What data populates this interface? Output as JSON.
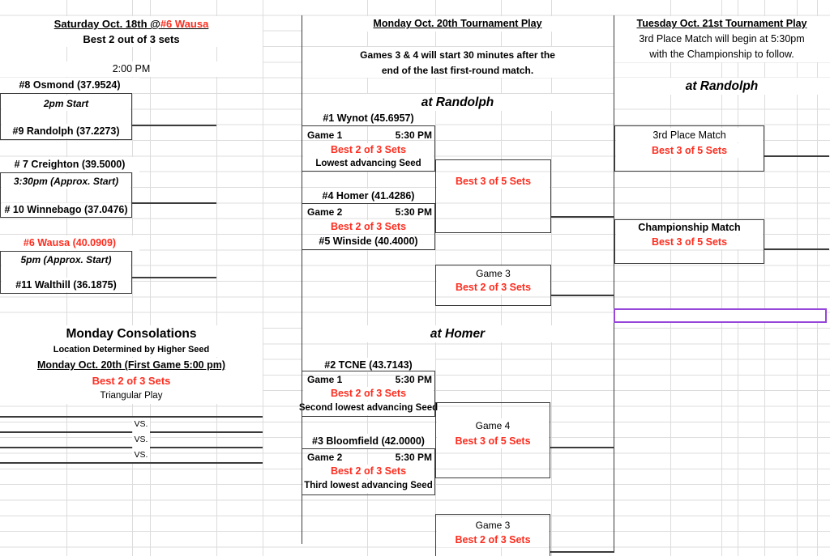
{
  "colors": {
    "red": "#fe2d1f",
    "selection_purple": "#9646d9"
  },
  "saturday": {
    "title_black": "Saturday Oct. 18th @ ",
    "title_red": "#6 Wausa",
    "subtitle": "Best 2 out of 3 sets",
    "start_time": "2:00 PM",
    "team_8": "#8 Osmond (37.9524)",
    "match1_start": "2pm Start",
    "team_9": "#9 Randolph (37.2273)",
    "team_7": "# 7 Creighton (39.5000)",
    "match2_start": "3:30pm (Approx. Start)",
    "team_10": "# 10 Winnebago (37.0476)",
    "team_6": "#6 Wausa (40.0909)",
    "match3_start": "5pm (Approx. Start)",
    "team_11": "#11 Walthill (36.1875)"
  },
  "consolations": {
    "title": "Monday Consolations",
    "line1": "Location Determined by Higher Seed",
    "line2": "Monday Oct. 20th (First Game 5:00 pm)",
    "format": "Best 2 of 3 Sets",
    "line4": "Triangular Play",
    "vs": "VS."
  },
  "monday": {
    "title": "Monday Oct. 20th Tournament Play",
    "note1": "Games 3 & 4 will start 30 minutes after the",
    "note2": "end of the last first-round match.",
    "randolph": {
      "venue": "at Randolph",
      "team_1": "#1 Wynot (45.6957)",
      "game1_label": "Game 1",
      "game1_time": "5:30 PM",
      "game1_format": "Best 2 of 3 Sets",
      "game1_seed": "Lowest advancing Seed",
      "semi_format": "Best 3 of 5 Sets",
      "team_4": "#4 Homer (41.4286)",
      "game2_label": "Game 2",
      "game2_time": "5:30 PM",
      "game2_format": "Best 2 of 3 Sets",
      "team_5": "#5 Winside (40.4000)",
      "game3_label": "Game 3",
      "game3_format": "Best 2 of 3 Sets"
    },
    "homer": {
      "venue": "at Homer",
      "team_2": "#2 TCNE (43.7143)",
      "game1_label": "Game 1",
      "game1_time": "5:30 PM",
      "game1_format": "Best 2 of 3 Sets",
      "game1_seed": "Second lowest advancing Seed",
      "team_3": "#3 Bloomfield (42.0000)",
      "game2_label": "Game 2",
      "game2_time": "5:30 PM",
      "game2_format": "Best 2 of 3 Sets",
      "game2_seed": "Third lowest advancing Seed",
      "game4_label": "Game 4",
      "game4_format": "Best 3 of 5 Sets",
      "game3_label": "Game 3",
      "game3_format": "Best 2 of 3 Sets"
    }
  },
  "tuesday": {
    "title": "Tuesday Oct. 21st Tournament Play",
    "note1": "3rd Place Match will begin at 5:30pm",
    "note2": "with the Championship to follow.",
    "venue": "at Randolph",
    "third_place_label": "3rd Place Match",
    "third_place_format": "Best 3 of 5 Sets",
    "championship_label": "Championship Match",
    "championship_format": "Best 3 of 5 Sets"
  }
}
